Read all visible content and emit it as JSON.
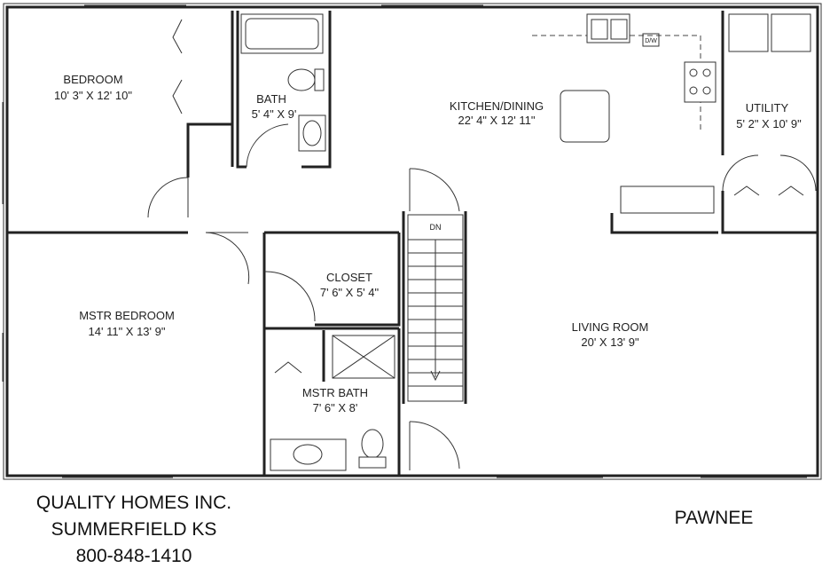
{
  "rooms": {
    "bedroom": {
      "name": "BEDROOM",
      "dims": "10' 3\" X 12' 10\""
    },
    "bath": {
      "name": "BATH",
      "dims": "5' 4\" X 9'"
    },
    "kitchen": {
      "name": "KITCHEN/DINING",
      "dims": "22' 4\" X 12' 11\""
    },
    "utility": {
      "name": "UTILITY",
      "dims": "5' 2\" X 10' 9\""
    },
    "closet": {
      "name": "CLOSET",
      "dims": "7' 6\" X 5' 4\""
    },
    "master_bedroom": {
      "name": "MSTR BEDROOM",
      "dims": "14' 11\" X 13' 9\""
    },
    "living": {
      "name": "LIVING ROOM",
      "dims": "20' X 13' 9\""
    },
    "master_bath": {
      "name": "MSTR BATH",
      "dims": "7' 6\" X 8'"
    }
  },
  "labels": {
    "stairs": "DN",
    "dishwasher": "D/W"
  },
  "footer": {
    "company": "QUALITY HOMES INC.",
    "city": "SUMMERFIELD  KS",
    "phone": "800-848-1410",
    "model": "PAWNEE"
  }
}
